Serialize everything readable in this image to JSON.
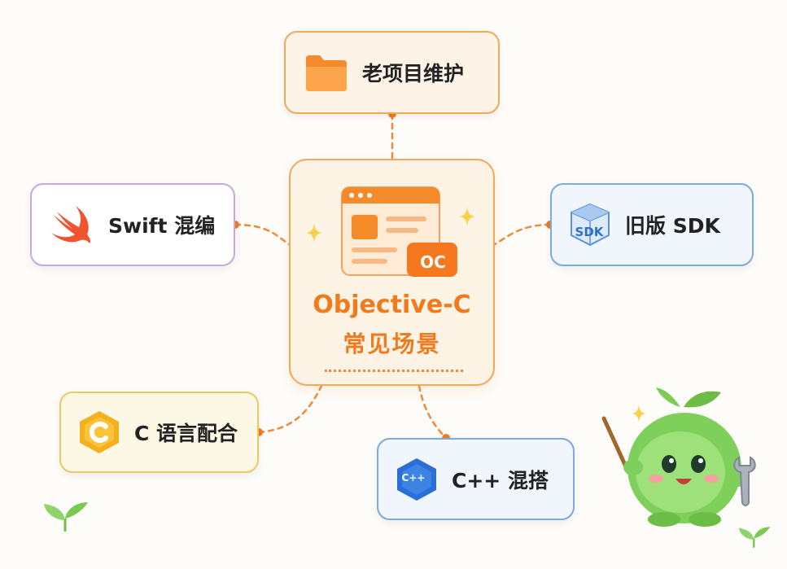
{
  "center": {
    "title": "Objective-C",
    "subtitle": "常见场景",
    "badge": "OC",
    "icon": "window-code-icon"
  },
  "nodes": {
    "top": {
      "label": "老项目维护",
      "icon": "folder-icon"
    },
    "swift": {
      "label": "Swift 混编",
      "icon": "swift-icon"
    },
    "sdk": {
      "label": "旧版 SDK",
      "icon": "sdk-box-icon",
      "icon_text": "SDK"
    },
    "clang": {
      "label": "C 语言配合",
      "icon": "c-hexagon-icon"
    },
    "cpp": {
      "label": "C++ 混搭",
      "icon": "cpp-hexagon-icon",
      "icon_text": "C++"
    }
  },
  "colors": {
    "accent": "#f07a1e",
    "connector": "#f08a3a",
    "swift_border": "#c7a9dd",
    "blue_border": "#7ca9de",
    "yellow_border": "#ecc95f"
  },
  "decorations": [
    "sparkle-icon",
    "sprout-icon",
    "mascot-icon",
    "wrench-icon"
  ]
}
